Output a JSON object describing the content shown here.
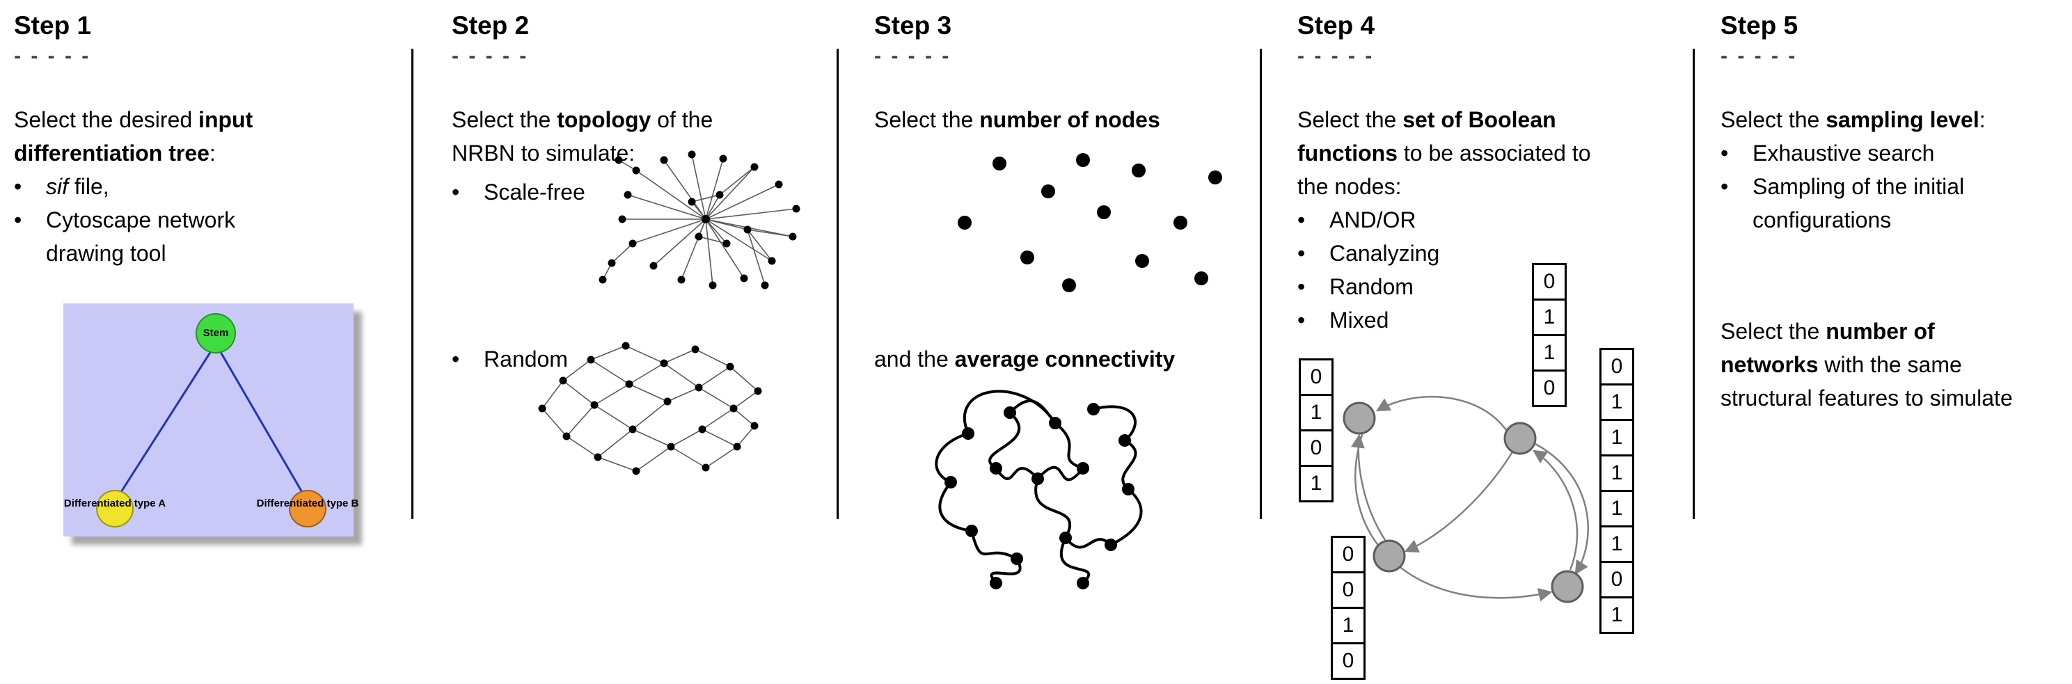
{
  "colors": {
    "divider": "#000000",
    "tree_background": "#c9c9f8",
    "tree_shadow": "#a6a6a6",
    "stem_node": "#3fdc3f",
    "type_a_node": "#f0e42a",
    "type_b_node": "#f0942e",
    "tree_edge": "#2233bb",
    "boolean_node": "#a9a9a9",
    "boolean_edge": "#808080",
    "network_dot": "#000000",
    "network_edge": "#5a5a5a"
  },
  "steps": [
    {
      "title": "Step 1",
      "dashes": "- - - - -",
      "intro_lines": [
        [
          {
            "t": "Select the desired "
          },
          {
            "t": "input",
            "b": true
          }
        ],
        [
          {
            "t": "differentiation tree",
            "b": true
          },
          {
            "t": ":"
          }
        ]
      ],
      "bullets": [
        {
          "lines": [
            [
              {
                "t": "sif",
                "i": true
              },
              {
                "t": " file,"
              }
            ]
          ]
        },
        {
          "lines": [
            [
              {
                "t": "Cytoscape network"
              }
            ],
            [
              {
                "t": "drawing tool"
              }
            ]
          ]
        }
      ],
      "tree": {
        "stem_label": "Stem",
        "node_a_label": "Differentiated type A",
        "node_b_label": "Differentiated type B"
      }
    },
    {
      "title": "Step 2",
      "dashes": "- - - - -",
      "intro_lines": [
        [
          {
            "t": "Select the "
          },
          {
            "t": "topology",
            "b": true
          },
          {
            "t": " of the"
          }
        ],
        [
          {
            "t": "NRBN to simulate:"
          }
        ]
      ],
      "bullets": [
        {
          "lines": [
            [
              {
                "t": "Scale-free"
              }
            ]
          ]
        },
        {
          "lines": [
            [
              {
                "t": "Random"
              }
            ]
          ]
        }
      ]
    },
    {
      "title": "Step 3",
      "dashes": "- - - - -",
      "intro_lines": [
        [
          {
            "t": "Select the "
          },
          {
            "t": "number of nodes",
            "b": true
          }
        ]
      ],
      "connectivity_lines": [
        [
          {
            "t": "and the "
          },
          {
            "t": "average connectivity",
            "b": true
          }
        ]
      ]
    },
    {
      "title": "Step 4",
      "dashes": "- - - - -",
      "intro_lines": [
        [
          {
            "t": "Select the "
          },
          {
            "t": "set of Boolean",
            "b": true
          }
        ],
        [
          {
            "t": "functions",
            "b": true
          },
          {
            "t": " to be associated to"
          }
        ],
        [
          {
            "t": "the nodes:"
          }
        ]
      ],
      "bullets": [
        {
          "lines": [
            [
              {
                "t": "AND/OR"
              }
            ]
          ]
        },
        {
          "lines": [
            [
              {
                "t": "Canalyzing"
              }
            ]
          ]
        },
        {
          "lines": [
            [
              {
                "t": "Random"
              }
            ]
          ]
        },
        {
          "lines": [
            [
              {
                "t": "Mixed"
              }
            ]
          ]
        }
      ],
      "truth_tables": {
        "left": [
          "0",
          "1",
          "0",
          "1"
        ],
        "top": [
          "0",
          "1",
          "1",
          "0"
        ],
        "bottom_left": [
          "0",
          "0",
          "1",
          "0"
        ],
        "right": [
          "0",
          "1",
          "1",
          "1",
          "1",
          "1",
          "0",
          "1"
        ]
      }
    },
    {
      "title": "Step 5",
      "dashes": "- - - - -",
      "intro_lines": [
        [
          {
            "t": "Select the "
          },
          {
            "t": "sampling level",
            "b": true
          },
          {
            "t": ":"
          }
        ]
      ],
      "bullets": [
        {
          "lines": [
            [
              {
                "t": "Exhaustive search"
              }
            ]
          ]
        },
        {
          "lines": [
            [
              {
                "t": "Sampling of the initial"
              }
            ],
            [
              {
                "t": "configurations"
              }
            ]
          ]
        }
      ],
      "networks_lines": [
        [
          {
            "t": "Select the "
          },
          {
            "t": "number of",
            "b": true
          }
        ],
        [
          {
            "t": "networks",
            "b": true
          },
          {
            "t": " with the same"
          }
        ],
        [
          {
            "t": "structural features to simulate"
          }
        ]
      ]
    }
  ]
}
